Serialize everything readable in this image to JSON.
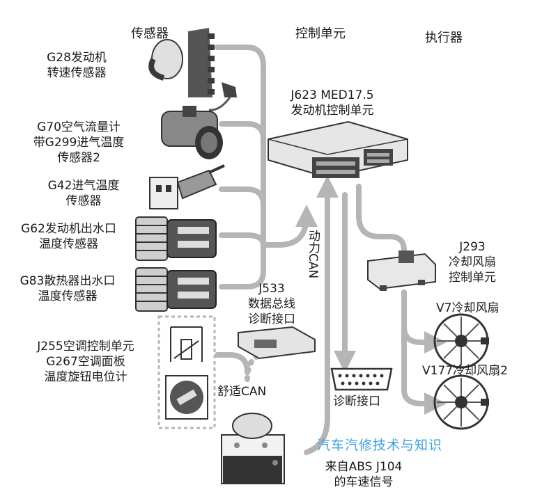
{
  "headers": {
    "sensors": "传感器",
    "control_unit": "控制单元",
    "actuators": "执行器"
  },
  "sensors": [
    {
      "lines": [
        "G28发动机",
        "转速传感器"
      ]
    },
    {
      "lines": [
        "G70空气流量计",
        "带G299进气温度",
        "传感器2"
      ]
    },
    {
      "lines": [
        "G42进气温度",
        "传感器"
      ]
    },
    {
      "lines": [
        "G62发动机出水口",
        "温度传感器"
      ]
    },
    {
      "lines": [
        "G83散热器出水口",
        "温度传感器"
      ]
    },
    {
      "lines": [
        "J255空调控制单元",
        "G267空调面板",
        "温度旋钮电位计"
      ]
    }
  ],
  "ecu": {
    "lines": [
      "J623 MED17.5",
      "发动机控制单元"
    ]
  },
  "gateway": {
    "lines": [
      "J533",
      "数据总线",
      "诊断接口"
    ]
  },
  "drive_can": "动力CAN",
  "comfort_can": "舒适CAN",
  "diag_port": "诊断接口",
  "abs_signal": {
    "lines": [
      "来自ABS J104",
      "的车速信号"
    ]
  },
  "fan_control": {
    "lines": [
      "J293",
      "冷却风扇",
      "控制单元"
    ]
  },
  "fan1": "V7冷却风扇",
  "fan2": "V177冷却风扇2",
  "watermark": "汽车汽修技术与知识",
  "colors": {
    "line": "#b5b5b5",
    "part": "#3a3a3a",
    "accent": "#3aa0e0"
  }
}
